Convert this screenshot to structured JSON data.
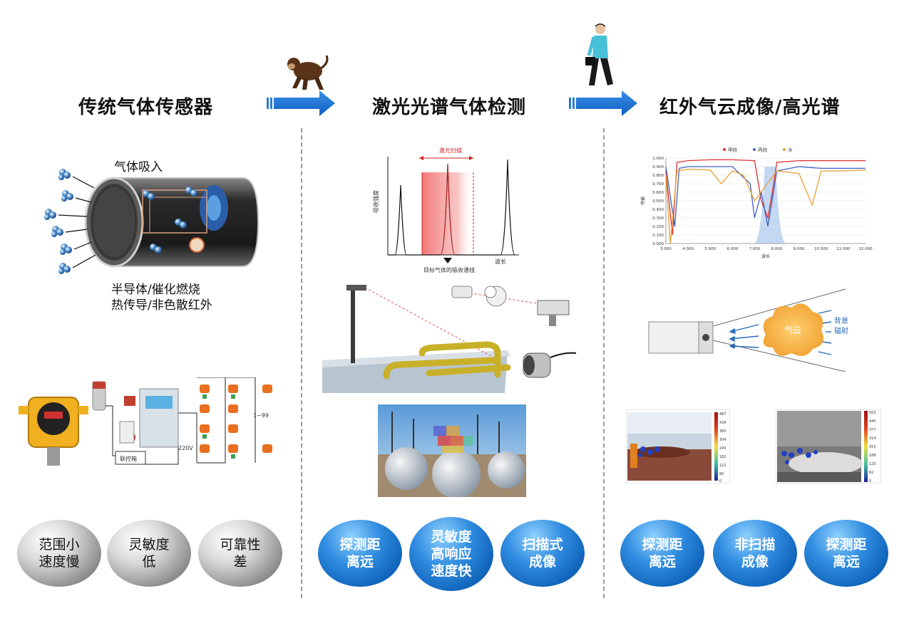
{
  "sections": {
    "traditional": {
      "title": "传统气体传感器",
      "inlet_label": "气体吸入",
      "methods_line1": "半导体/催化燃烧",
      "methods_line2": "热传导/非色散红外",
      "alarm_text": "1~99",
      "voltage_text": "220V",
      "controller_text": "联控箱",
      "bubbles": [
        "范围小\n速度慢",
        "灵敏度\n低",
        "可靠性\n差"
      ]
    },
    "laser": {
      "title": "激光光谱气体检测",
      "scan_label": "激光扫描",
      "ylabel": "吸收强度",
      "xlabel": "波长",
      "target_label": "目标气体的吸收谱线",
      "bubbles": [
        "探测距\n离远",
        "灵敏度\n高响应\n速度快",
        "扫描式\n成像"
      ]
    },
    "infrared": {
      "title": "红外气云成像/高光谱",
      "cloud_label": "气云",
      "background_label1": "背景",
      "background_label2": "辐射",
      "scale1": [
        "487",
        "426",
        "365",
        "304",
        "243",
        "182",
        "121",
        "60",
        "0"
      ],
      "scale2": [
        "503",
        "440",
        "377",
        "314",
        "251",
        "188",
        "125",
        "62",
        "0"
      ],
      "bubbles": [
        "探测距\n离远",
        "非扫描\n成像",
        "探测距\n离远"
      ]
    }
  },
  "chart_data": {
    "type": "line",
    "title": "",
    "xlabel": "波长",
    "ylabel": "传输",
    "xlim": [
      3.0,
      12.0
    ],
    "ylim": [
      0.0,
      1.0
    ],
    "x_ticks": [
      "3.000",
      "4.000",
      "5.000",
      "6.000",
      "7.000",
      "8.000",
      "9.000",
      "10.000",
      "11.000",
      "12.000"
    ],
    "y_ticks": [
      "0.000",
      "0.100",
      "0.200",
      "0.300",
      "0.400",
      "0.500",
      "0.600",
      "0.700",
      "0.800",
      "0.900",
      "1.000"
    ],
    "legend": [
      "甲烷",
      "丙烷",
      "水"
    ],
    "series": [
      {
        "name": "甲烷",
        "color": "#e03030",
        "x": [
          3.0,
          3.3,
          3.5,
          4.0,
          5.0,
          6.0,
          7.0,
          7.3,
          7.6,
          7.8,
          8.0,
          9.0,
          10.0,
          11.0,
          12.0
        ],
        "y": [
          0.85,
          0.1,
          0.95,
          0.97,
          0.98,
          0.98,
          0.97,
          0.5,
          0.3,
          0.6,
          0.95,
          0.97,
          0.97,
          0.97,
          0.97
        ]
      },
      {
        "name": "丙烷",
        "color": "#4060c0",
        "x": [
          3.0,
          3.4,
          3.6,
          4.0,
          5.0,
          6.0,
          6.8,
          7.0,
          7.3,
          7.6,
          8.0,
          9.0,
          10.0,
          11.0,
          12.0
        ],
        "y": [
          0.9,
          0.2,
          0.88,
          0.9,
          0.9,
          0.9,
          0.7,
          0.3,
          0.6,
          0.2,
          0.85,
          0.9,
          0.88,
          0.88,
          0.88
        ]
      },
      {
        "name": "水",
        "color": "#e8a030",
        "x": [
          3.0,
          3.2,
          3.5,
          4.0,
          5.0,
          5.5,
          6.0,
          6.5,
          7.0,
          8.0,
          9.0,
          9.6,
          10.0,
          11.0,
          12.0
        ],
        "y": [
          0.8,
          0.0,
          0.85,
          0.87,
          0.86,
          0.7,
          0.85,
          0.8,
          0.5,
          0.85,
          0.82,
          0.45,
          0.85,
          0.85,
          0.86
        ]
      }
    ]
  }
}
